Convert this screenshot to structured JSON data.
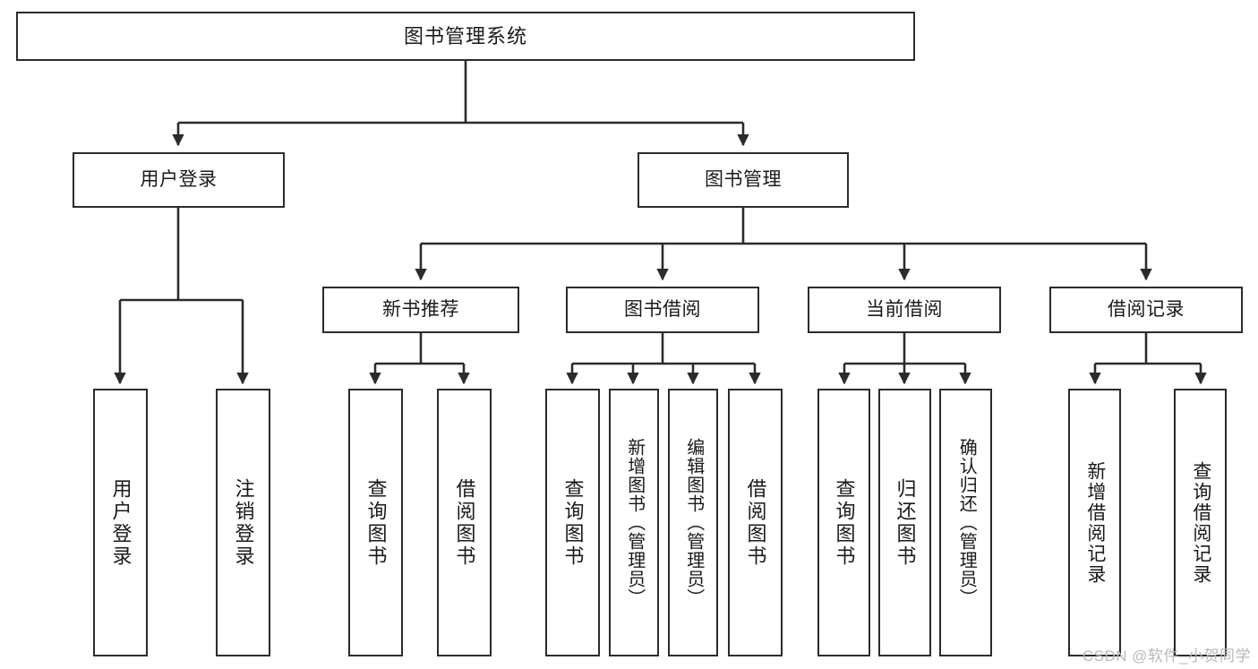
{
  "diagram": {
    "title": "图书管理系统",
    "type": "tree-hierarchy",
    "stroke_color": "#2b2b2b",
    "fill_color": "#ffffff",
    "text_color": "#1a1a1a"
  },
  "root": {
    "label": "图书管理系统"
  },
  "level2": [
    {
      "label": "用户登录"
    },
    {
      "label": "图书管理"
    }
  ],
  "level3": [
    {
      "label": "新书推荐"
    },
    {
      "label": "图书借阅"
    },
    {
      "label": "当前借阅"
    },
    {
      "label": "借阅记录"
    }
  ],
  "leaves": {
    "user_login": [
      {
        "label": "用户登录"
      },
      {
        "label": "注销登录"
      }
    ],
    "new_book": [
      {
        "label": "查询图书"
      },
      {
        "label": "借阅图书"
      }
    ],
    "borrow_book": [
      {
        "label": "查询图书"
      },
      {
        "label": "新增图书（管理员）"
      },
      {
        "label": "编辑图书（管理员）"
      },
      {
        "label": "借阅图书"
      }
    ],
    "current_borrow": [
      {
        "label": "查询图书"
      },
      {
        "label": "归还图书"
      },
      {
        "label": "确认归还（管理员）"
      }
    ],
    "borrow_record": [
      {
        "label": "新增借阅记录"
      },
      {
        "label": "查询借阅记录"
      }
    ]
  },
  "watermark": {
    "text": "CSDN @软件_小贺同学"
  }
}
